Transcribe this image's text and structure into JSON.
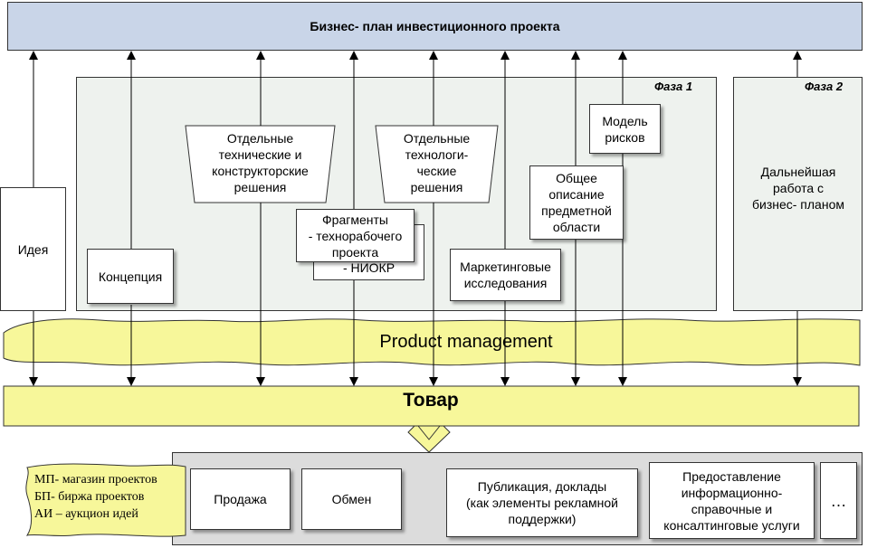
{
  "header": {
    "title": "Бизнес- план инвестиционного проекта"
  },
  "phases": {
    "phase1_label": "Фаза 1",
    "phase2_label": "Фаза 2"
  },
  "blocks": {
    "idea": "Идея",
    "concept": "Концепция",
    "tech_solutions": "Отдельные\nтехнические и\nконструкторские\nрешения",
    "techno_solutions": "Отдельные\nтехнологи-\nческие\nрешения",
    "fragments": "Фрагменты\n- технорабочего\nпроекта",
    "niokr": "- НИОКР",
    "marketing": "Маркетинговые\nисследования",
    "general_description": "Общее\nописание\nпредметной\nобласти",
    "risk_model": "Модель\nрисков",
    "further_work": "Дальнейшая\nработа с\nбизнес- планом"
  },
  "product_management": "Product management",
  "product": "Товар",
  "legend": {
    "line1": "МП- магазин проектов",
    "line2": "БП- биржа проектов",
    "line3": "АИ – аукцион идей"
  },
  "channels": {
    "sale": "Продажа",
    "exchange": "Обмен",
    "publication": "Публикация, доклады\n(как элементы  рекламной\nподдержки)",
    "services": "Предоставление\nинформационно-\nсправочные и\nконсалтинговые услуги",
    "more": "…"
  },
  "colors": {
    "header_fill": "#c9d5e8",
    "phase_fill": "#eef2ee",
    "yellow_fill": "#f7f79a",
    "bottom_fill": "#dcdcdc"
  }
}
